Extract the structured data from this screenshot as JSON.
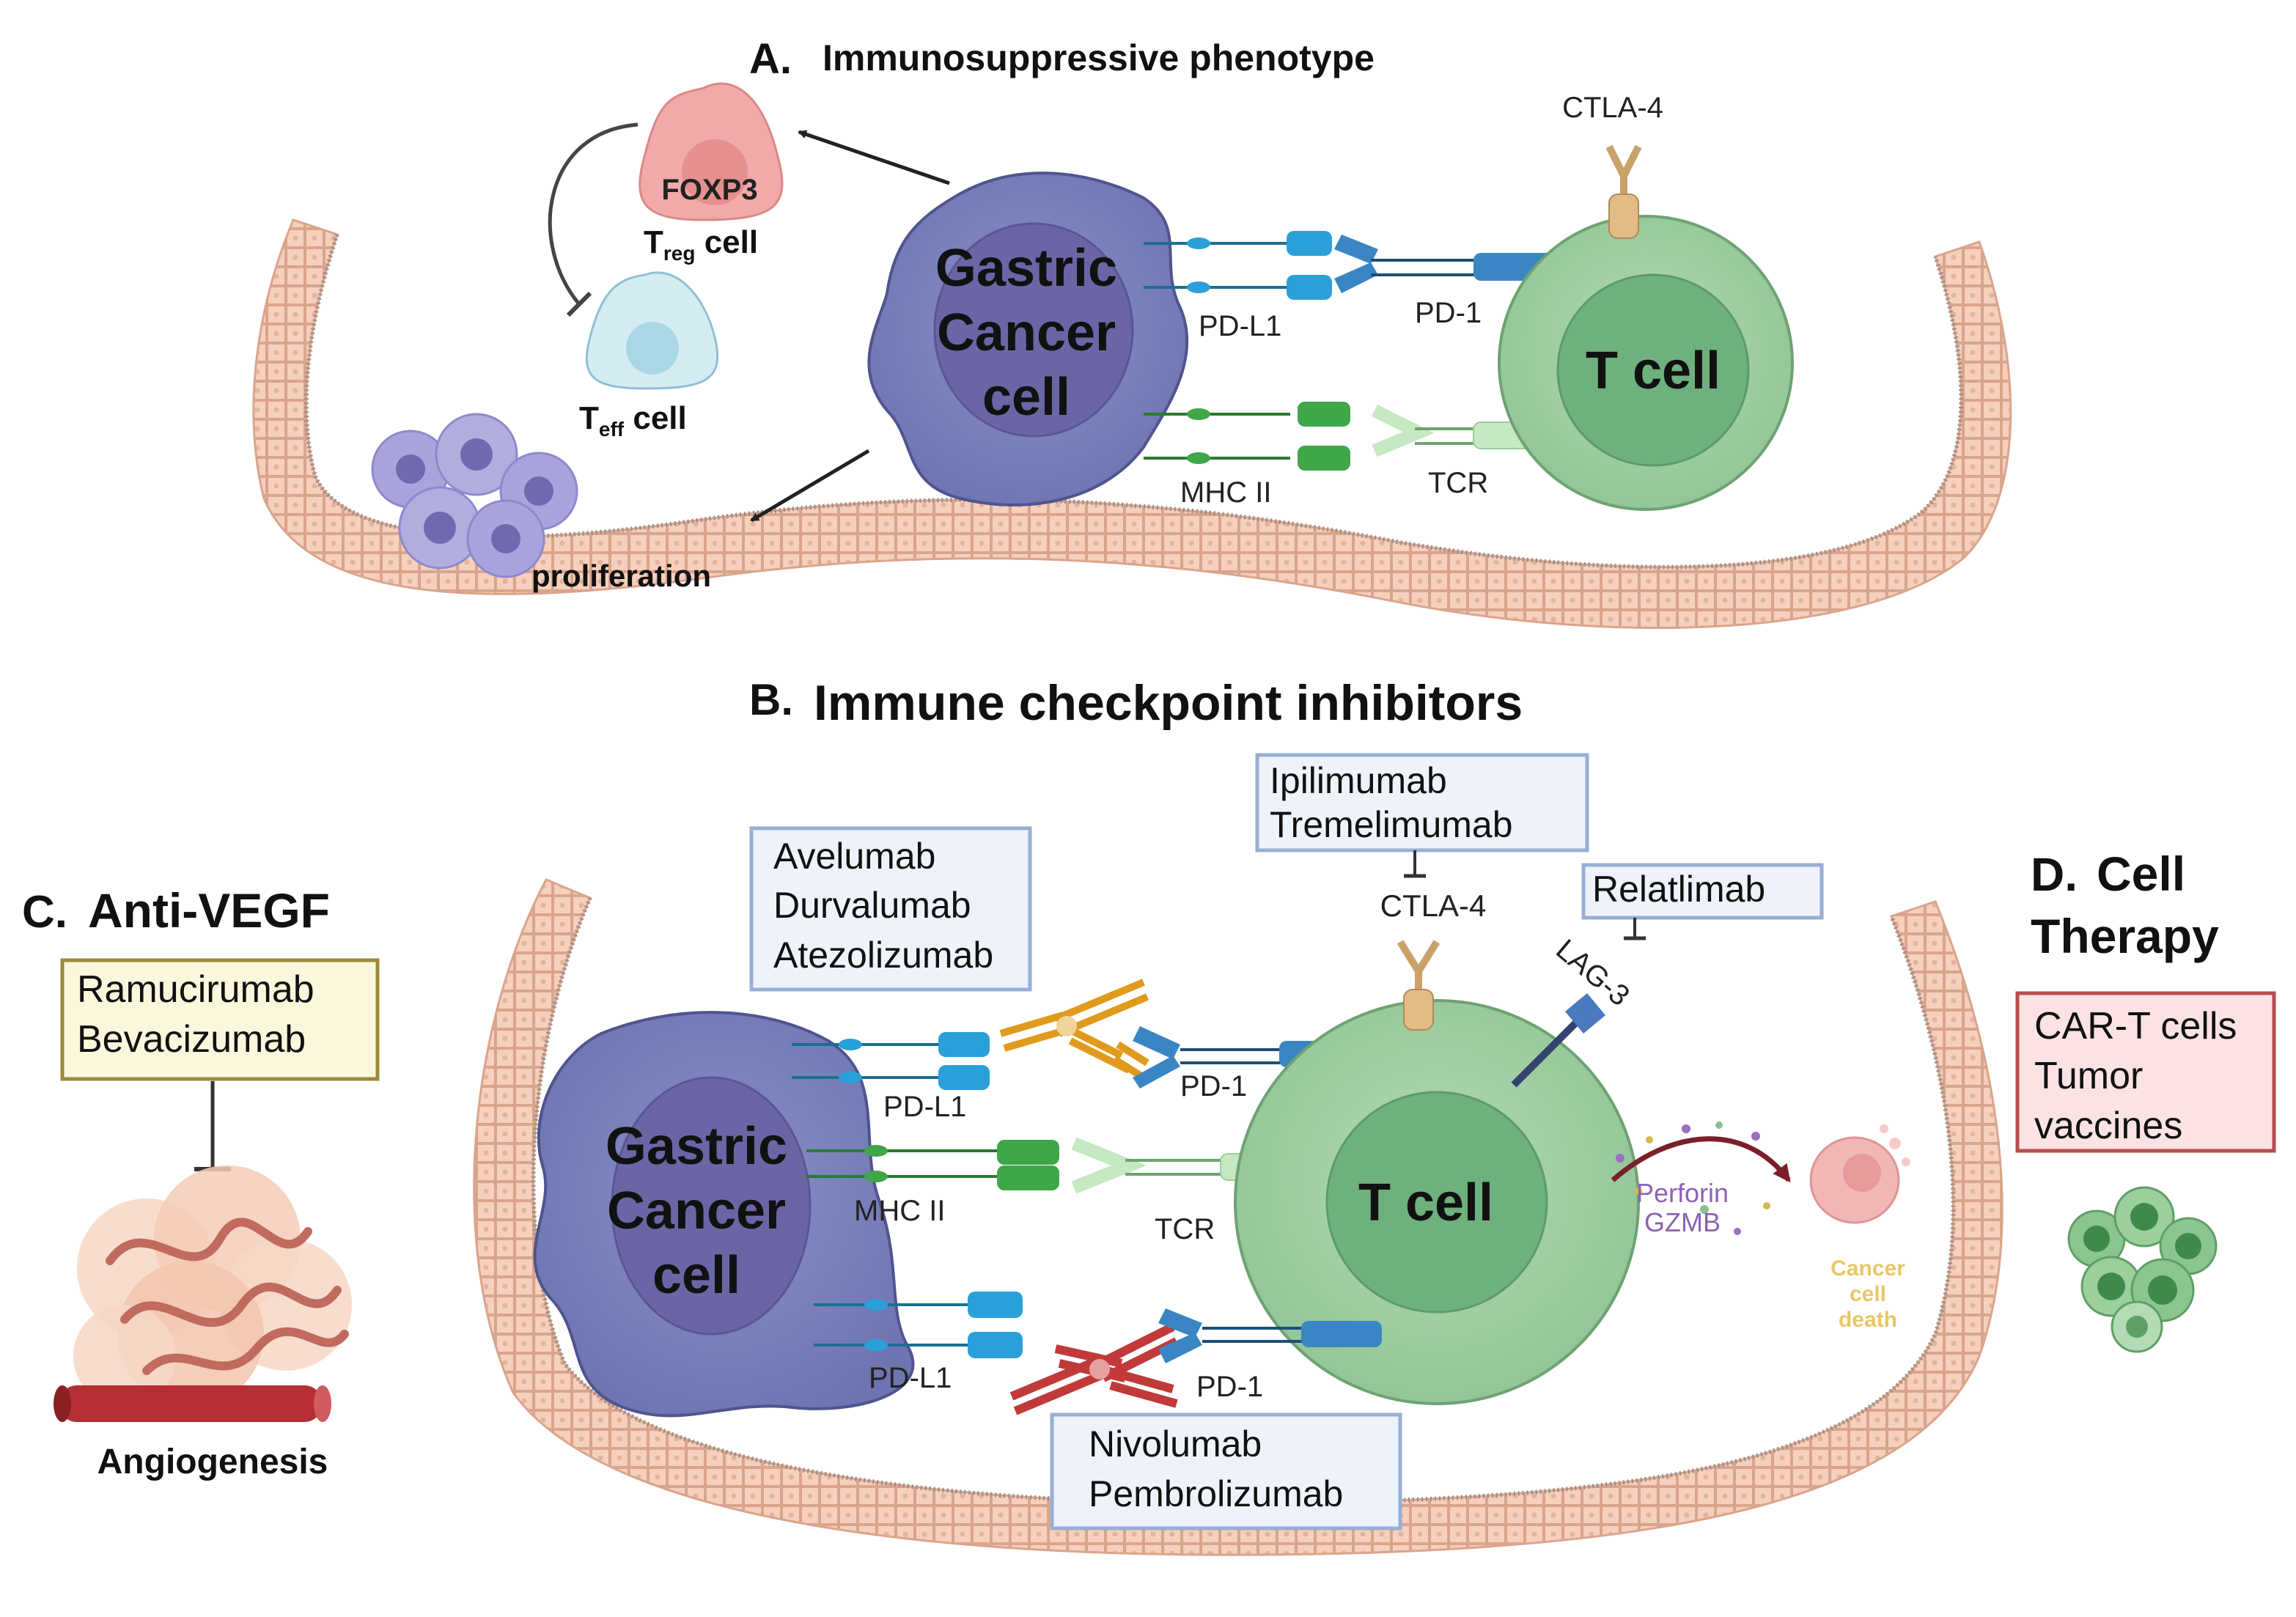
{
  "panel_a": {
    "letter": "A.",
    "title": "Immunosuppressive phenotype",
    "ctla4": "CTLA-4",
    "foxp3": "FOXP3",
    "treg_main": "T",
    "treg_sub": "reg",
    "treg_rest": " cell",
    "teff_main": "T",
    "teff_sub": "eff",
    "teff_rest": " cell",
    "cancer_line1": "Gastric",
    "cancer_line2": "Cancer",
    "cancer_line3": "cell",
    "pdl1": "PD-L1",
    "pd1": "PD-1",
    "tcell": "T cell",
    "mhc2": "MHC II",
    "tcr": "TCR",
    "proliferation": "proliferation"
  },
  "panel_b": {
    "letter": "B.",
    "title": "Immune checkpoint inhibitors",
    "ctla4_drugs": [
      "Ipilimumab",
      "Tremelimumab"
    ],
    "ctla4": "CTLA-4",
    "lag3_drugs": [
      "Relatlimab"
    ],
    "lag3": "LAG-3",
    "pdl1_drugs": [
      "Avelumab",
      "Durvalumab",
      "Atezolizumab"
    ],
    "pdl1_top": "PD-L1",
    "pd1_top": "PD-1",
    "cancer_line1": "Gastric",
    "cancer_line2": "Cancer",
    "cancer_line3": "cell",
    "mhc2": "MHC II",
    "tcr": "TCR",
    "tcell": "T cell",
    "perforin": "Perforin",
    "gzmb": "GZMB",
    "death_line1": "Cancer",
    "death_line2": "cell",
    "death_line3": "death",
    "pdl1_bottom": "PD-L1",
    "pd1_bottom": "PD-1",
    "pd1_drugs": [
      "Nivolumab",
      "Pembrolizumab"
    ]
  },
  "panel_c": {
    "letter": "C.",
    "title": "Anti-VEGF",
    "drugs": [
      "Ramucirumab",
      "Bevacizumab"
    ],
    "caption": "Angiogenesis"
  },
  "panel_d": {
    "letter": "D.",
    "title_line1": "Cell",
    "title_line2": "Therapy",
    "items": [
      "CAR-T cells",
      "Tumor",
      "vaccines"
    ]
  },
  "colors": {
    "epithelium": "#f6d0bd",
    "epithelium_stroke": "#d9a58c",
    "cancer_cell": "#7f86bd",
    "cancer_nucleus": "#6a66a6",
    "t_cell": "#a6d1a8",
    "t_nucleus": "#6fb07f",
    "pd_receptor": "#2ba0d8",
    "mhc": "#3fa64a",
    "antibody_orange": "#e09a1c",
    "antibody_red": "#c03a3a",
    "drugbox_blue_border": "#98aed6",
    "drugbox_blue_fill": "#eef3fb",
    "drugbox_yellow_border": "#9b8a3a",
    "drugbox_yellow_fill": "#fbf7dc",
    "drugbox_red_border": "#b74c4c",
    "drugbox_red_fill": "#fbe3e3"
  }
}
